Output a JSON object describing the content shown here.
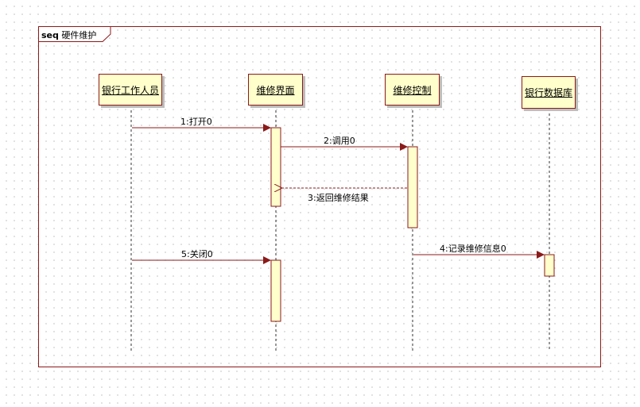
{
  "frame": {
    "keyword": "seq",
    "title": "硬件维护"
  },
  "lifelines": [
    {
      "id": "staff",
      "name": "银行工作人员"
    },
    {
      "id": "ui",
      "name": "维修界面"
    },
    {
      "id": "ctrl",
      "name": "维修控制"
    },
    {
      "id": "db",
      "name": "银行数据库"
    }
  ],
  "messages": [
    {
      "from": "staff",
      "to": "ui",
      "label": "1:打开0",
      "kind": "sync"
    },
    {
      "from": "ui",
      "to": "ctrl",
      "label": "2:调用0",
      "kind": "sync"
    },
    {
      "from": "ctrl",
      "to": "ui",
      "label": "3:返回维修结果",
      "kind": "return"
    },
    {
      "from": "ctrl",
      "to": "db",
      "label": "4:记录维修信息0",
      "kind": "sync"
    },
    {
      "from": "staff",
      "to": "ui",
      "label": "5:关闭0",
      "kind": "sync"
    }
  ],
  "colors": {
    "border": "#8b1a1a",
    "box_fill": "#ffffcc",
    "lifeline": "#333333"
  }
}
